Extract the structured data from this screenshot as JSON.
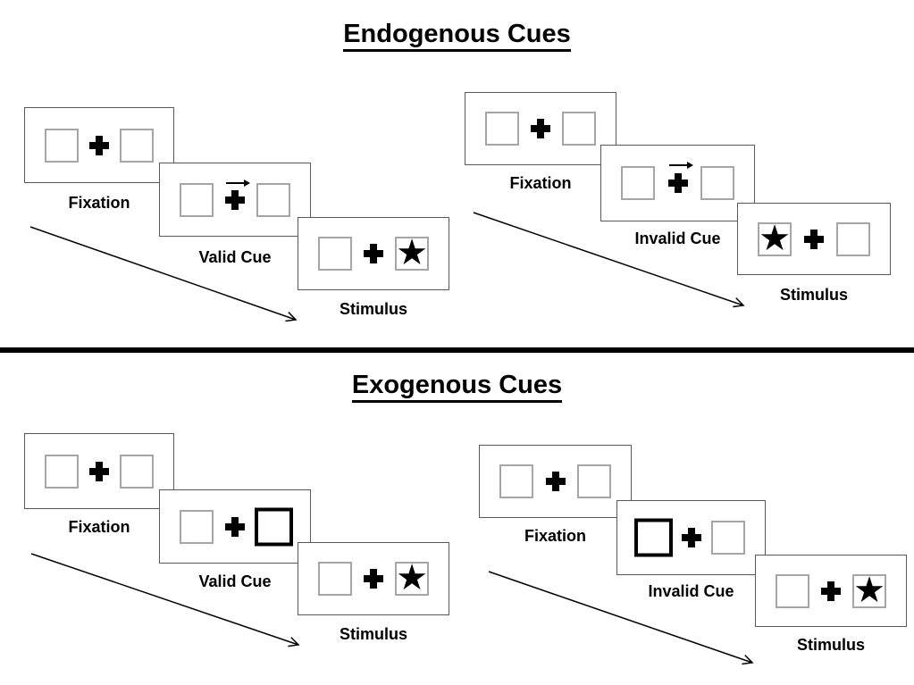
{
  "titles": {
    "endogenous": "Endogenous Cues",
    "exogenous": "Exogenous Cues"
  },
  "glyphs": {
    "star": "★"
  },
  "colors": {
    "background": "#ffffff",
    "card_border": "#595959",
    "square_border": "#a6a6a6",
    "ink": "#000000"
  },
  "panels": {
    "endogenous_valid": {
      "fixation_label": "Fixation",
      "cue_label": "Valid Cue",
      "stimulus_label": "Stimulus"
    },
    "endogenous_invalid": {
      "fixation_label": "Fixation",
      "cue_label": "Invalid Cue",
      "stimulus_label": "Stimulus"
    },
    "exogenous_valid": {
      "fixation_label": "Fixation",
      "cue_label": "Valid Cue",
      "stimulus_label": "Stimulus"
    },
    "exogenous_invalid": {
      "fixation_label": "Fixation",
      "cue_label": "Invalid Cue",
      "stimulus_label": "Stimulus"
    }
  }
}
